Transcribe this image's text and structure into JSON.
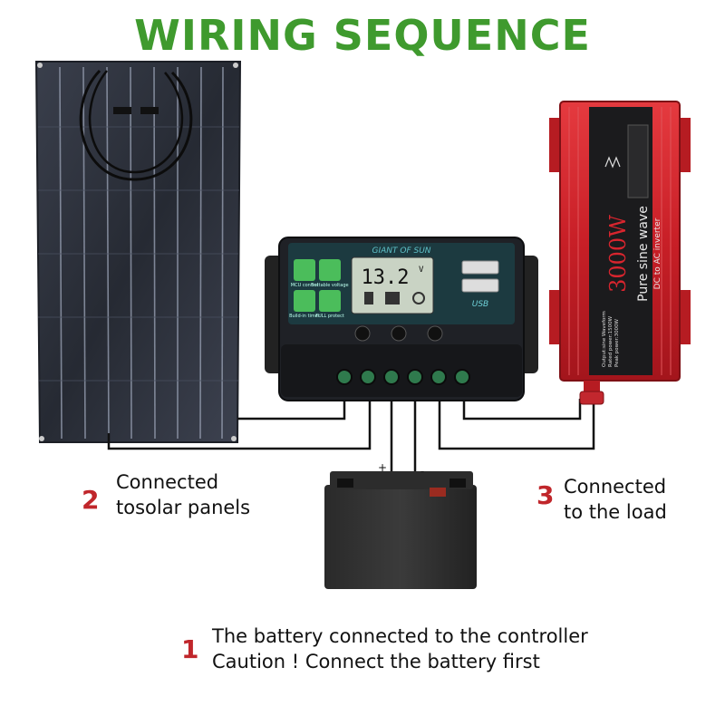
{
  "title": "WIRING SEQUENCE",
  "controller": {
    "brand": "GIANT OF SUN",
    "lcd_value": "13.2",
    "lcd_unit": "V",
    "usb_label": "USB",
    "features": [
      "MCU control",
      "Settable voltage",
      "Build-in timer",
      "FULL protect"
    ]
  },
  "inverter": {
    "power": "3000W",
    "wave": "Pure sine wave",
    "subtitle": "DC to AC inverter",
    "spec_lines": [
      "Output:sine Waveform",
      "Rated power:1500W",
      "Peak power:3000W"
    ]
  },
  "battery": {
    "plus": "+",
    "minus": "-"
  },
  "steps": [
    {
      "num": "1",
      "lines": [
        "The battery connected to the controller",
        "Caution ! Connect the battery first"
      ]
    },
    {
      "num": "2",
      "lines": [
        "Connected",
        "tosolar panels"
      ]
    },
    {
      "num": "3",
      "lines": [
        "Connected",
        "to the load"
      ]
    }
  ],
  "colors": {
    "title": "#3f9a2e",
    "step_number": "#c0262b",
    "inverter": "#d8252e",
    "panel": "#2b2f3a"
  }
}
